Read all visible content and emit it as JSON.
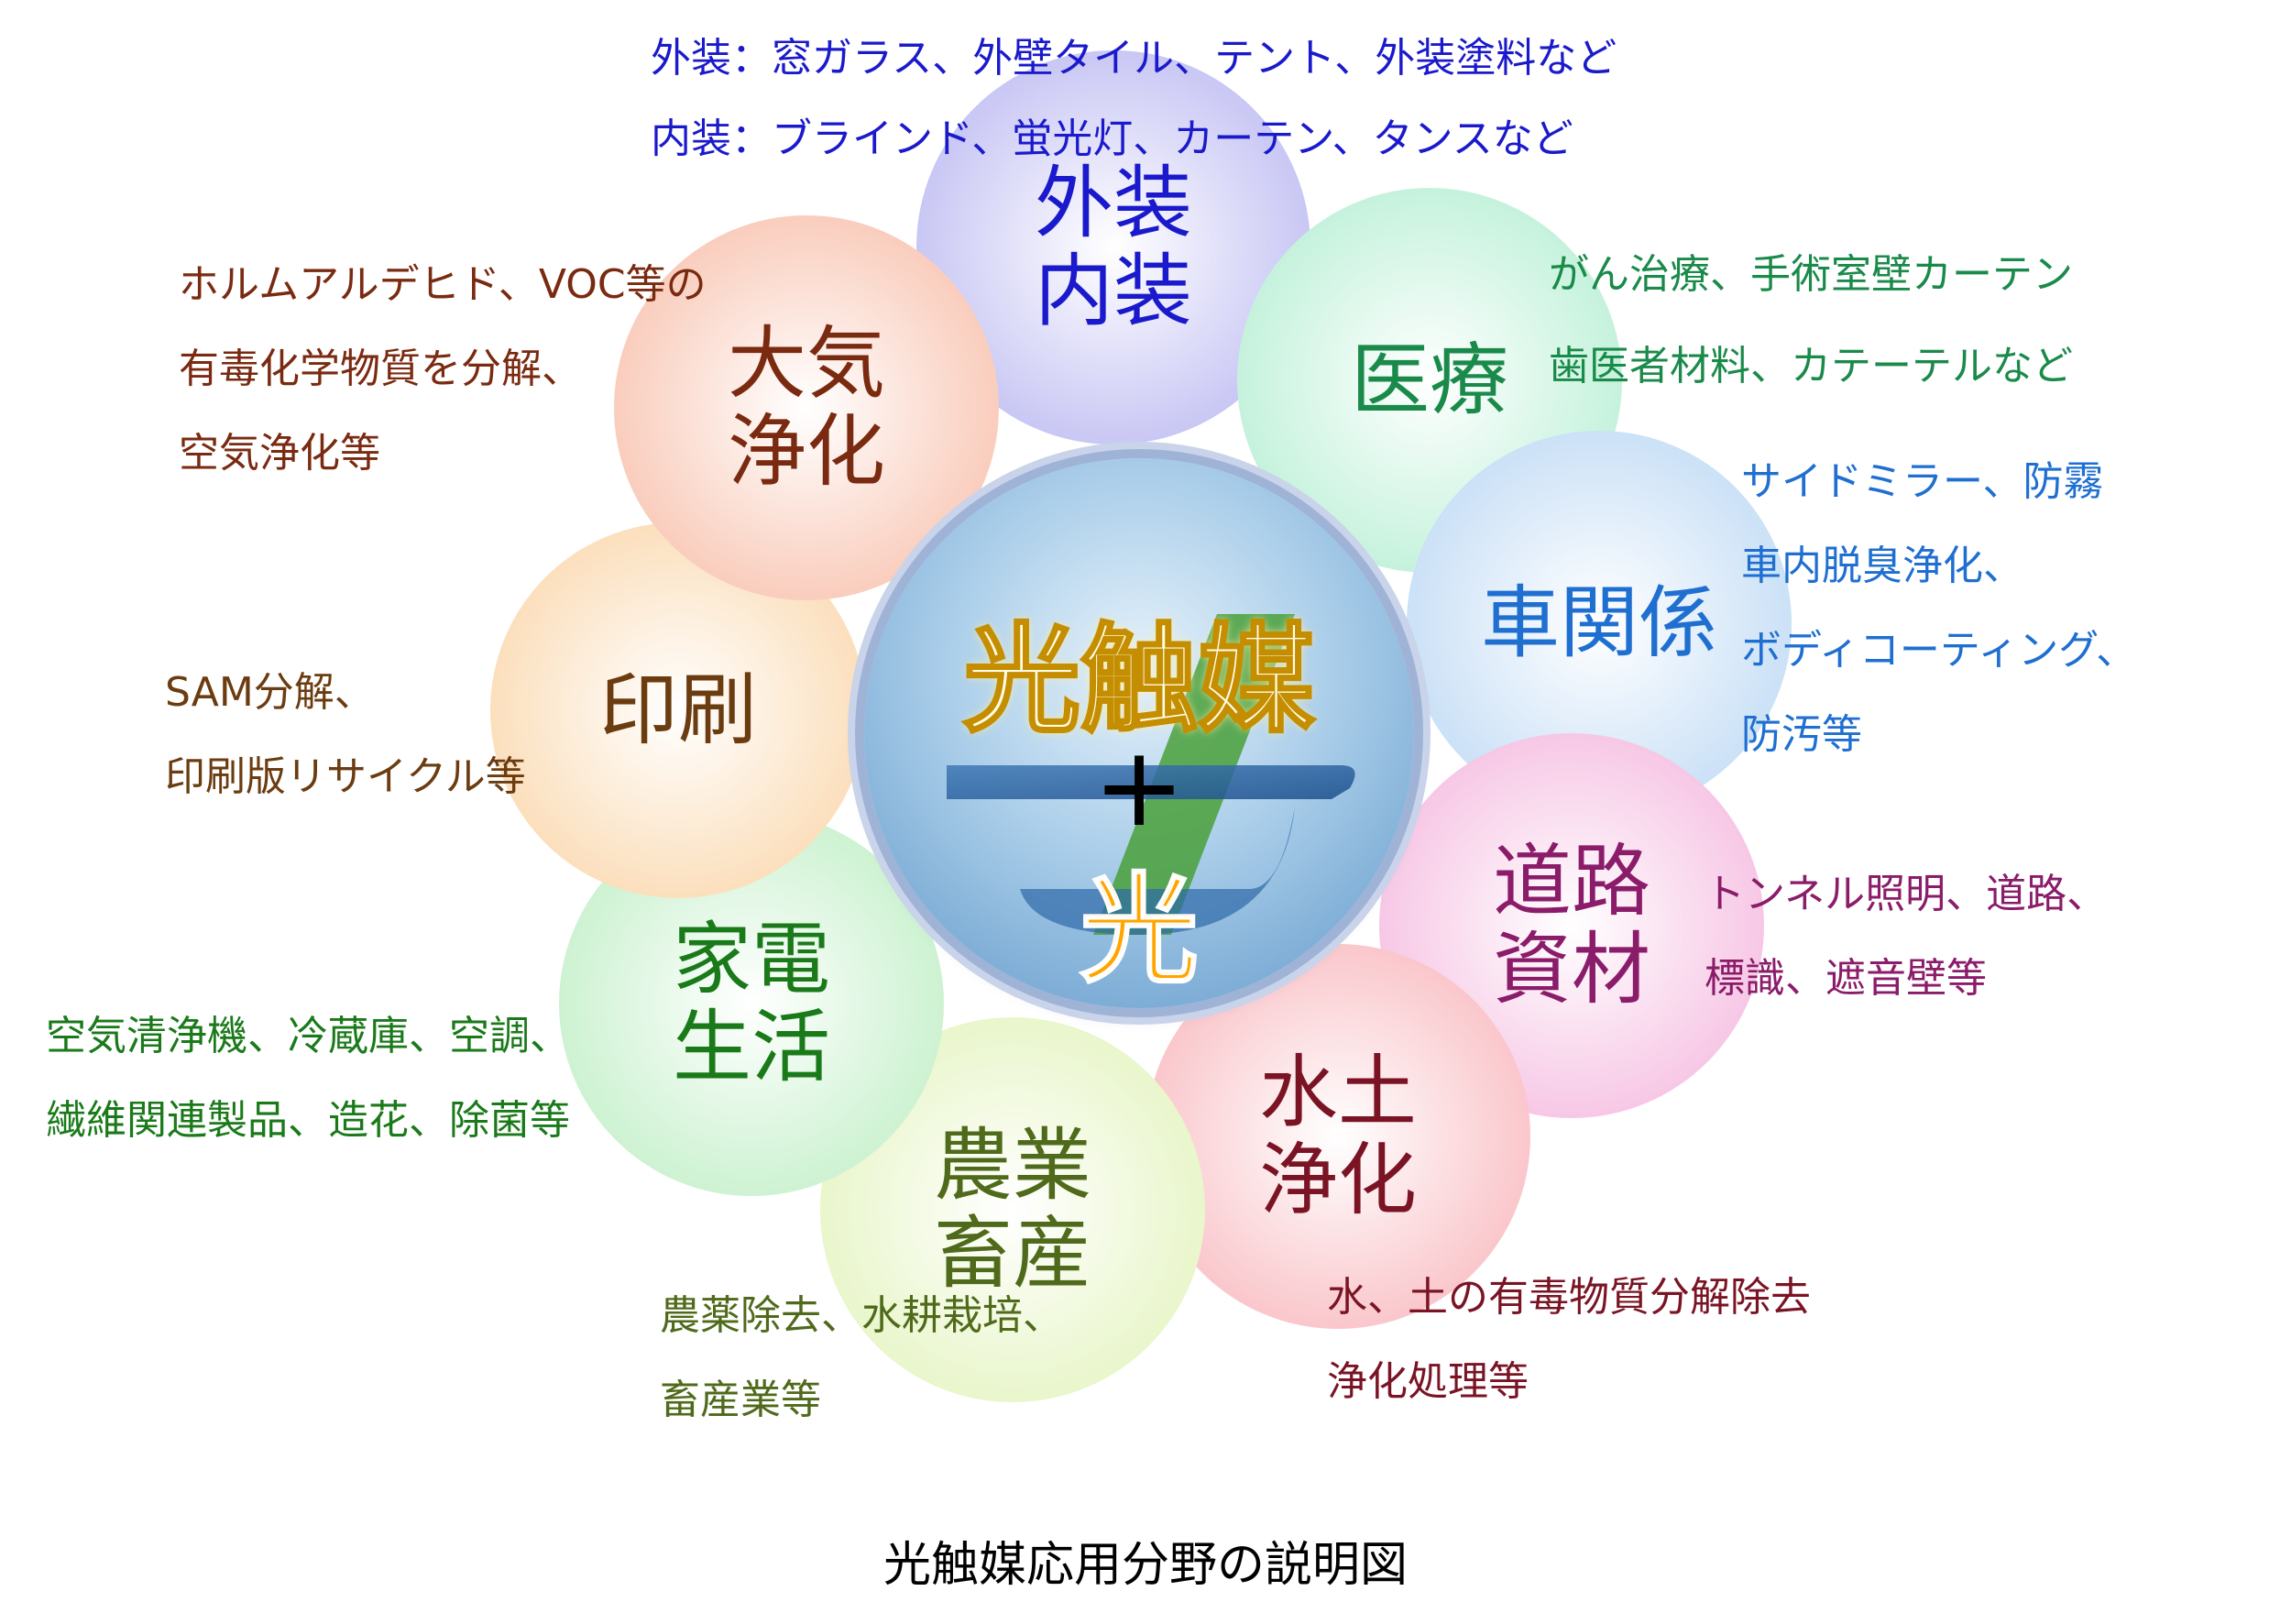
{
  "hub": {
    "main_text": "光触媒",
    "plus_text": "+",
    "light_text": "光",
    "color_main": "#fffde8",
    "color_light": "#ffa500"
  },
  "petals": [
    {
      "id": "exterior-interior",
      "label": "外装\n内装",
      "color": "#1a1acc",
      "fill": "#c3c1f3",
      "lines": [
        "外装：窓ガラス、外壁タイル、テント、外装塗料など",
        "内装：ブラインド、蛍光灯、カーテン、タンスなど"
      ]
    },
    {
      "id": "medical",
      "label": "医療",
      "color": "#1a8a4a",
      "fill": "#bff1d9",
      "lines": [
        "がん治療、手術室壁カーテン",
        "歯医者材料、カテーテルなど"
      ]
    },
    {
      "id": "automotive",
      "label": "車関係",
      "color": "#1f6fd1",
      "fill": "#c6def6",
      "lines": [
        "サイドミラー、防霧",
        "車内脱臭浄化、",
        "ボディコーティング、",
        "防汚等"
      ]
    },
    {
      "id": "road-materials",
      "label": "道路\n資材",
      "color": "#8a1c6a",
      "fill": "#f6c2e3",
      "lines": [
        "トンネル照明、道路、",
        "標識、遮音壁等"
      ]
    },
    {
      "id": "water-soil",
      "label": "水土\n浄化",
      "color": "#7a1424",
      "fill": "#f9c1c6",
      "lines": [
        "水、土の有毒物質分解除去",
        "浄化処理等"
      ]
    },
    {
      "id": "agriculture",
      "label": "農業\n畜産",
      "color": "#4f6a1a",
      "fill": "#e7f5c6",
      "lines": [
        "農薬除去、水耕栽培、",
        "畜産業等"
      ]
    },
    {
      "id": "appliances",
      "label": "家電\n生活",
      "color": "#1a7a1a",
      "fill": "#c8f1cd",
      "lines": [
        "空気清浄機、冷蔵庫、空調、",
        "繊維関連製品、造花、除菌等"
      ]
    },
    {
      "id": "printing",
      "label": "印刷",
      "color": "#6b3c10",
      "fill": "#fbdcb6",
      "lines": [
        "SAM分解、",
        "印刷版リサイクル等"
      ]
    },
    {
      "id": "air-purification",
      "label": "大気\n浄化",
      "color": "#7a2a10",
      "fill": "#f9c8b6",
      "lines": [
        "ホルムアルデヒド、VOC等の",
        "有毒化学物質を分解、",
        "空気浄化等"
      ]
    }
  ],
  "caption": "光触媒応用分野の説明図"
}
